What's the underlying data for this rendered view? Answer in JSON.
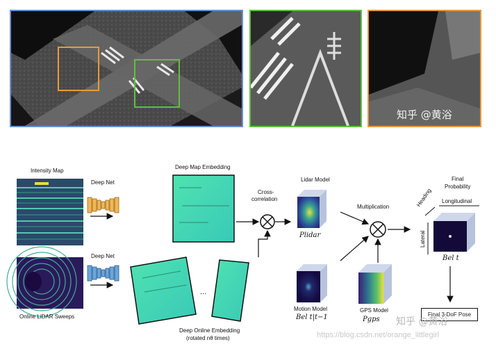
{
  "top_panels": {
    "watermark": "知乎 @黄浴"
  },
  "colors": {
    "blue_frame": "#6a8fd0",
    "green_frame": "#60c040",
    "orange_frame": "#e89a3c"
  },
  "diagram": {
    "intensity_map": "Intensity Map",
    "online_sweeps": "Online LiDAR Sweeps",
    "deep_net_top": "Deep Net",
    "deep_net_bottom": "Deep Net",
    "deep_map_embedding": "Deep Map Embedding",
    "deep_online_embedding_line1": "Deep Online Embedding",
    "deep_online_embedding_line2": "(rotated nθ times)",
    "ellipsis": "...",
    "cross_correlation_line1": "Cross-",
    "cross_correlation_line2": "correlation",
    "lidar_model": "Lidar Model",
    "p_lidar": "Plidar",
    "multiplication": "Multiplication",
    "motion_model": "Motion Model",
    "bel_prev": "Bel t|t−1",
    "gps_model": "GPS Model",
    "p_gps": "Pgps",
    "final_probability_line1": "Final",
    "final_probability_line2": "Probability",
    "longitudinal": "Longitudinal",
    "heading": "Heading",
    "lateral": "Lateral",
    "bel_t": "Bel t",
    "final_pose": "Final 3-DoF Pose",
    "watermark": "知乎 @黄浴",
    "url": "https://blog.csdn.net/orange_littlegirl"
  }
}
